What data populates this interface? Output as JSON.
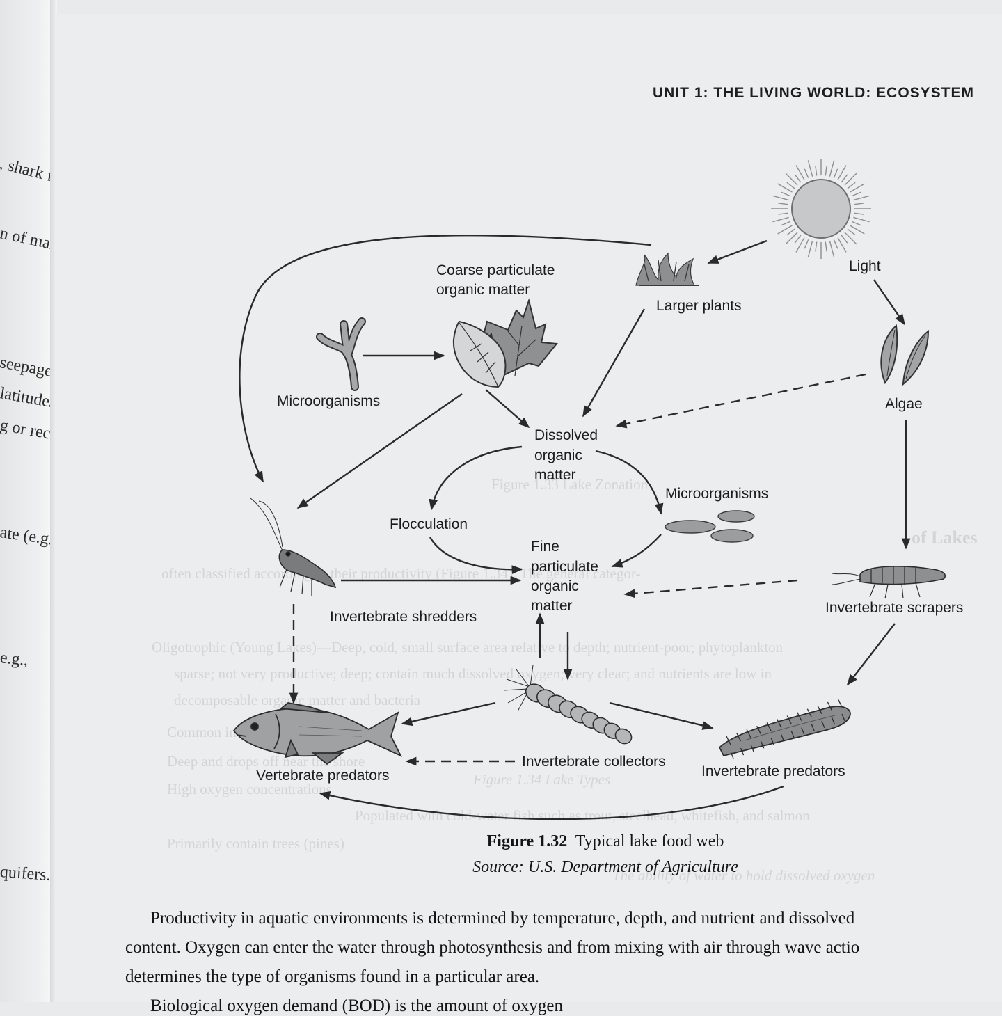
{
  "left_page": {
    "fragments": [
      ", shark fins",
      "n of marine",
      "seepage",
      "latitudes",
      "g or recent",
      "ate (e.g.,",
      "e.g.,",
      "quifers."
    ]
  },
  "running_head": "UNIT 1: THE LIVING WORLD: ECOSYSTEM",
  "bleed_through": [
    "Figure 1.33 Lake Zonation",
    "of Lakes",
    "often classified according to their productivity (Figure 1.34). The general categor-",
    "Oligotrophic (Young Lakes)—Deep, cold, small surface area relative to depth; nutrient-poor; phytoplankton",
    "sparse; not very productive; deep; contain much dissolved oxygen; very clear; and nutrients are low in",
    "decomposable organic matter and bacteria",
    "Common in glacial areas",
    "Deep and drops off near the shore",
    "High oxygen concentrations",
    "Populated with cold-water fish such as trout, steelhead, whitefish, and salmon",
    "Primarily contain trees (pines)",
    "Figure 1.34 Lake Types",
    "The ability of water to hold dissolved oxygen"
  ],
  "diagram": {
    "labels": {
      "coarse": [
        "Coarse particulate",
        "organic matter"
      ],
      "larger_plants": "Larger plants",
      "light": "Light",
      "microorganisms_left": "Microorganisms",
      "algae": "Algae",
      "dissolved": [
        "Dissolved",
        "organic",
        "matter"
      ],
      "microorganisms_right": "Microorganisms",
      "flocculation": "Flocculation",
      "fine": [
        "Fine",
        "particulate",
        "organic",
        "matter"
      ],
      "invertebrate_scrapers": "Invertebrate scrapers",
      "invertebrate_shredders": "Invertebrate shredders",
      "invertebrate_collectors": "Invertebrate collectors",
      "vertebrate_predators": "Vertebrate predators",
      "invertebrate_predators": "Invertebrate predators"
    },
    "colors": {
      "ink": "#2a2a2a",
      "fill_mid": "#9a9b9d",
      "fill_light": "#c3c4c6",
      "fill_dark": "#6e6f71"
    }
  },
  "caption": {
    "figure_number": "Figure 1.32",
    "title": "Typical lake food web",
    "source": "Source: U.S. Department of Agriculture"
  },
  "body_text": [
    "Productivity in aquatic environments is determined by temperature, depth, and nutrient and dissolved",
    "content. Oxygen can enter the water through photosynthesis and from mixing with air through wave actio",
    "determines the type of organisms found in a particular area.",
    "Biological oxygen demand (BOD) is the amount of oxygen"
  ]
}
